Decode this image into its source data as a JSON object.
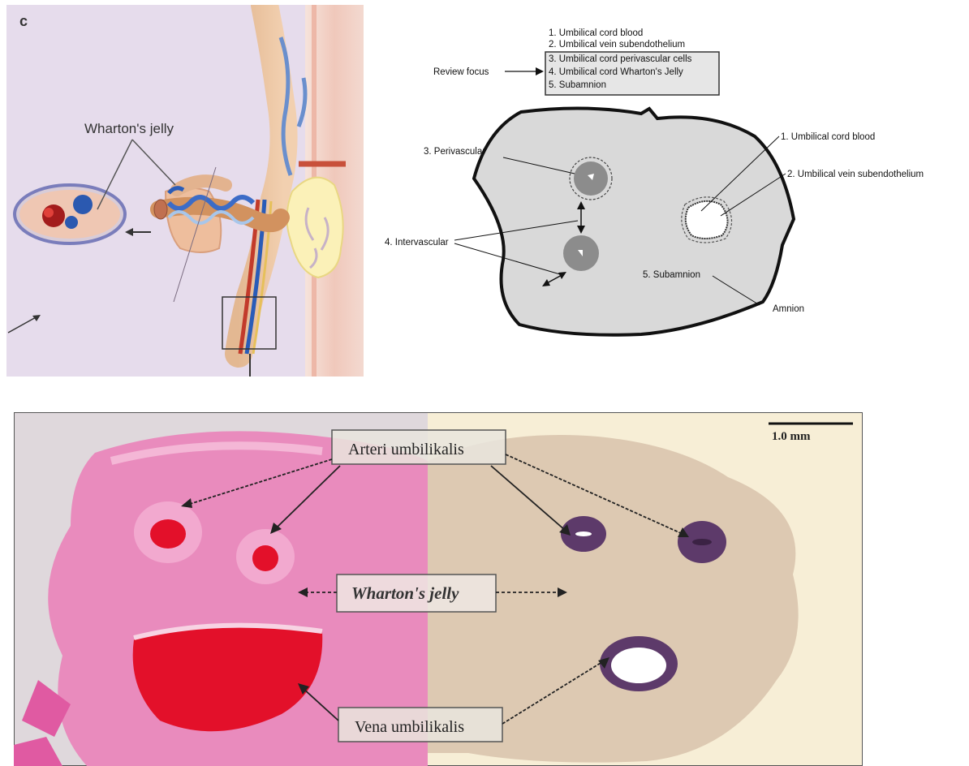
{
  "panel_a": {
    "letter": "c",
    "wharton_label": "Wharton's jelly"
  },
  "panel_b": {
    "review_focus_label": "Review focus",
    "list": [
      "1. Umbilical cord blood",
      "2. Umbilical vein subendothelium",
      "3. Umbilical cord perivascular cells",
      "4. Umbilical cord Wharton's Jelly",
      "5. Subamnion"
    ],
    "labels": {
      "perivascular": "3. Perivascular",
      "intervascular": "4. Intervascular",
      "cord_blood": "1. Umbilical cord blood",
      "vein_sub": "2. Umbilical vein subendothelium",
      "subamnion": "5. Subamnion",
      "amnion": "Amnion"
    }
  },
  "panel_c": {
    "scale_label": "1.0  mm",
    "arteri_label": "Arteri  umbilikalis",
    "wharton_label": "Wharton's jelly",
    "vena_label": "Vena  umbilikalis"
  },
  "colors": {
    "panel_a_bg": "#e6dcec",
    "he_stain": "#e98bbd",
    "he_vessel": "#e3102a",
    "ihc_bg": "#f7eed6",
    "ihc_tissue": "#ddc9b2",
    "ihc_vessel": "#5d3a6a",
    "diagram_fill": "#d9d9d9"
  }
}
